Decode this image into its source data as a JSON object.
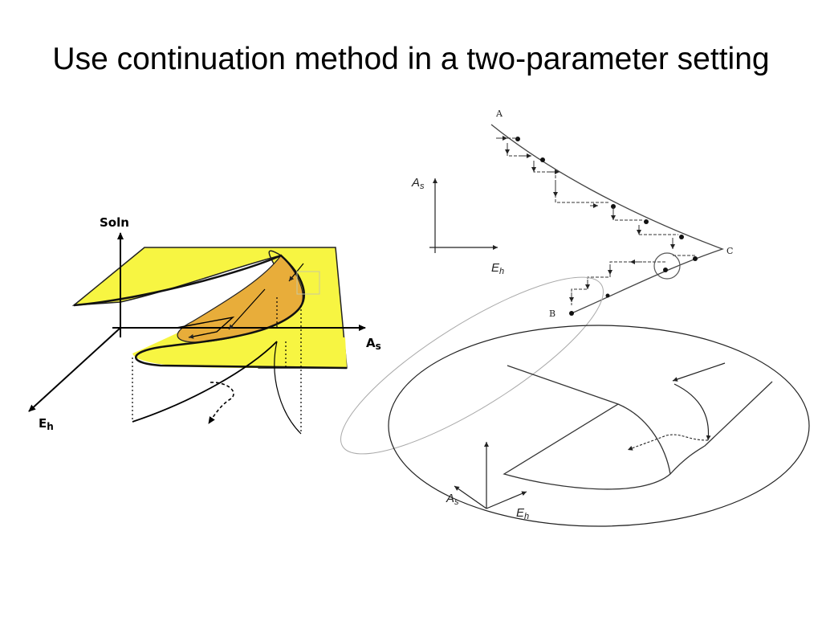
{
  "title": "Use continuation method in a two-parameter setting",
  "left_diagram": {
    "axis_vertical_label": "Soln",
    "axis_right_label": "A",
    "axis_right_sub": "s",
    "axis_diag_label": "E",
    "axis_diag_sub": "h",
    "surface_color": "#f7f542",
    "fold_color": "#e8ad3a"
  },
  "right_diagram": {
    "point_a": "A",
    "point_b": "B",
    "point_c": "C",
    "axes_top": {
      "vertical": "A",
      "vertical_sub": "s",
      "horizontal": "E",
      "horizontal_sub": "h"
    },
    "axes_bottom": {
      "vertical": "A",
      "vertical_sub": "s",
      "horizontal": "E",
      "horizontal_sub": "h"
    }
  }
}
